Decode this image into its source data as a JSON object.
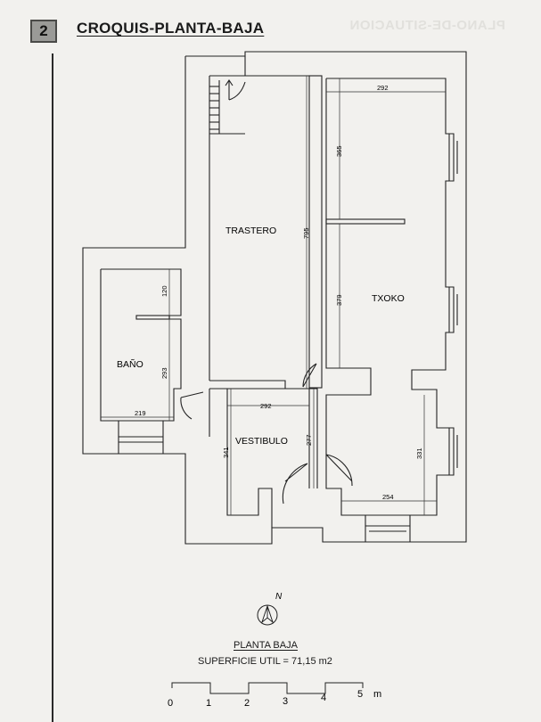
{
  "header": {
    "badge": "2",
    "title": "CROQUIS-PLANTA-BAJA",
    "ghost_title": "PLANO-DE-SITUACION"
  },
  "rooms": {
    "trastero": "TRASTERO",
    "txoko": "TXOKO",
    "bano": "BAÑO",
    "vestibulo": "VESTIBULO"
  },
  "dimensions": {
    "txoko_width": "292",
    "txoko_upper_depth": "365",
    "trastero_depth": "795",
    "txoko_lower_depth": "379",
    "bano_upper": "120",
    "bano_lower": "293",
    "bano_width": "219",
    "vestibulo_width": "292",
    "vestibulo_depth": "341",
    "vestibulo_right": "277",
    "rear_depth": "331",
    "rear_width": "254"
  },
  "compass": {
    "north_label": "N"
  },
  "caption": {
    "plan_name": "PLANTA BAJA",
    "surface": "SUPERFICIE UTIL = 71,15 m2"
  },
  "scale_bar": {
    "ticks": [
      "0",
      "1",
      "2",
      "3",
      "4",
      "5"
    ],
    "unit": "m"
  }
}
